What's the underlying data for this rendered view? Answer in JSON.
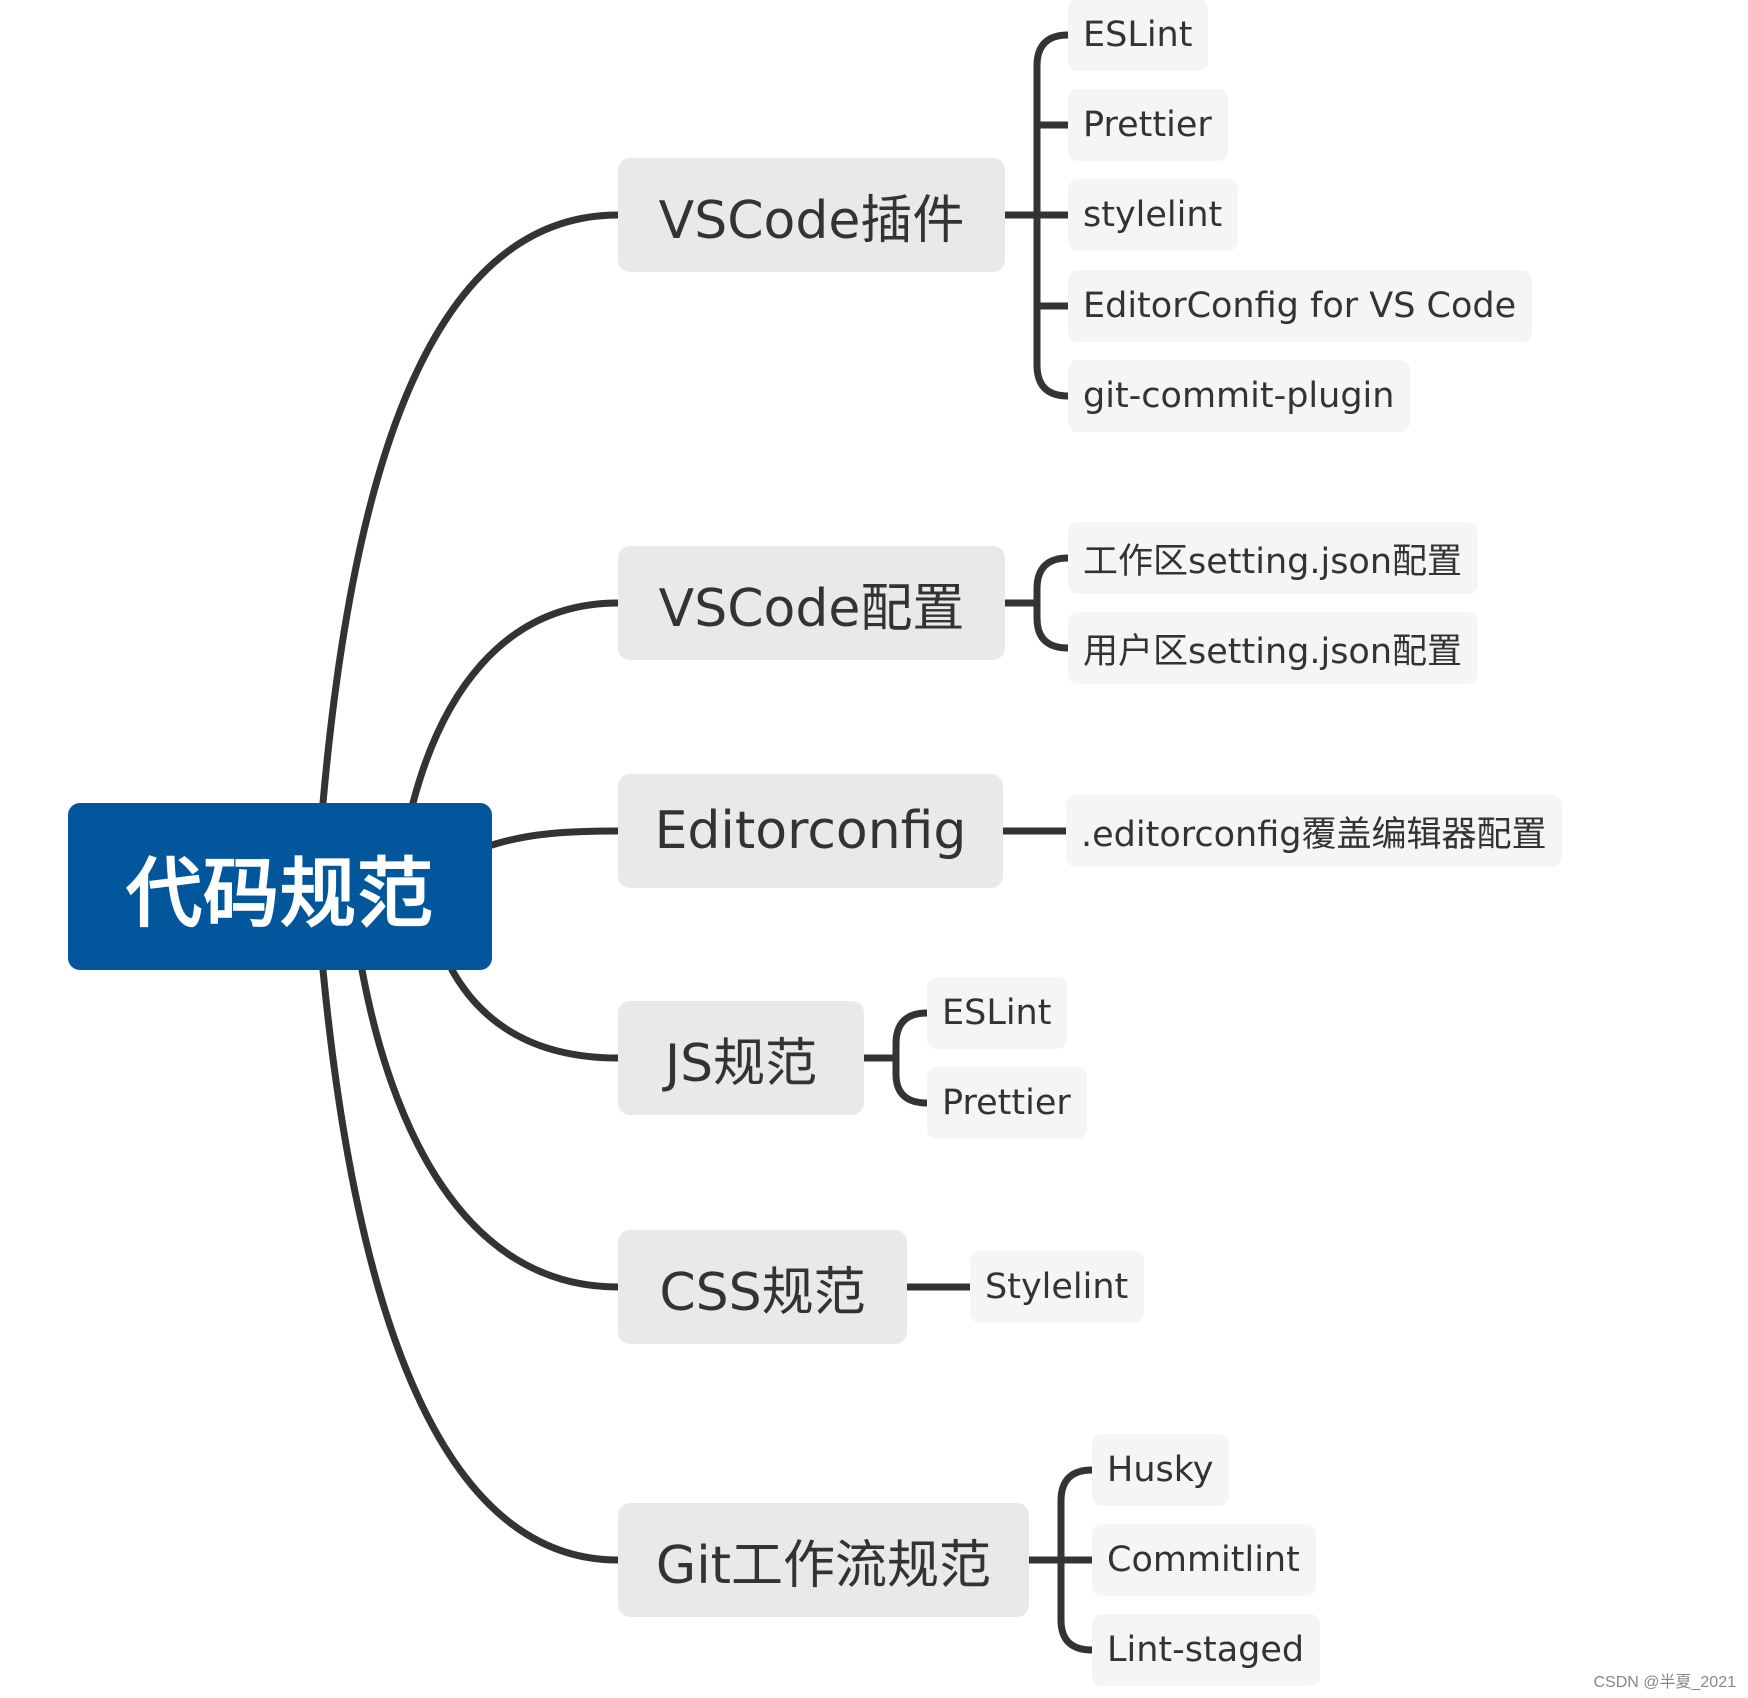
{
  "root": {
    "label": "代码规范",
    "color": "#02569b"
  },
  "branches": [
    {
      "label": "VSCode插件",
      "children": [
        "ESLint",
        "Prettier",
        "stylelint",
        "EditorConfig for VS Code",
        "git-commit-plugin"
      ]
    },
    {
      "label": "VSCode配置",
      "children": [
        "工作区setting.json配置",
        "用户区setting.json配置"
      ]
    },
    {
      "label": "Editorconfig",
      "children": [
        ".editorconfig覆盖编辑器配置"
      ]
    },
    {
      "label": "JS规范",
      "children": [
        "ESLint",
        "Prettier"
      ]
    },
    {
      "label": "CSS规范",
      "children": [
        "Stylelint"
      ]
    },
    {
      "label": "Git工作流规范",
      "children": [
        "Husky",
        "Commitlint",
        "Lint-staged"
      ]
    }
  ],
  "watermark": "CSDN @半夏_2021",
  "colors": {
    "connector": "#333333",
    "branch_fill": "#e9e9e9",
    "leaf_fill": "#f5f5f5",
    "text": "#333333"
  }
}
